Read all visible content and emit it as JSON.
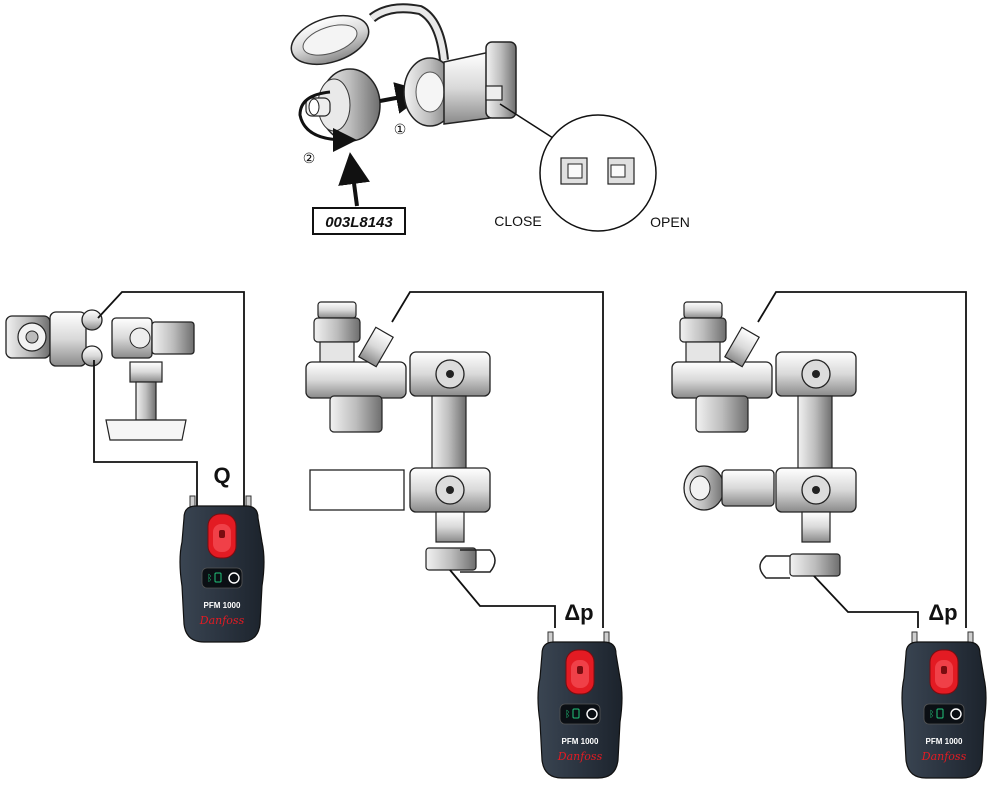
{
  "top": {
    "part_number": "003L8143",
    "step_1": "①",
    "step_2": "②",
    "close_label": "CLOSE",
    "open_label": "OPEN"
  },
  "panels": [
    {
      "id": "flow",
      "measure_label": "Q",
      "device_model": "PFM 1000",
      "device_brand": "Danfoss"
    },
    {
      "id": "dp-a",
      "measure_label": "Δp",
      "device_model": "PFM 1000",
      "device_brand": "Danfoss"
    },
    {
      "id": "dp-b",
      "measure_label": "Δp",
      "device_model": "PFM 1000",
      "device_brand": "Danfoss"
    }
  ],
  "colors": {
    "device_body": "#2b3440",
    "device_button": "#e31b23",
    "status_led": "#21c47a",
    "line": "#111111"
  },
  "icons": [
    "bluetooth-icon",
    "power-icon",
    "rotate-arrow-icon",
    "push-arrow-icon"
  ]
}
